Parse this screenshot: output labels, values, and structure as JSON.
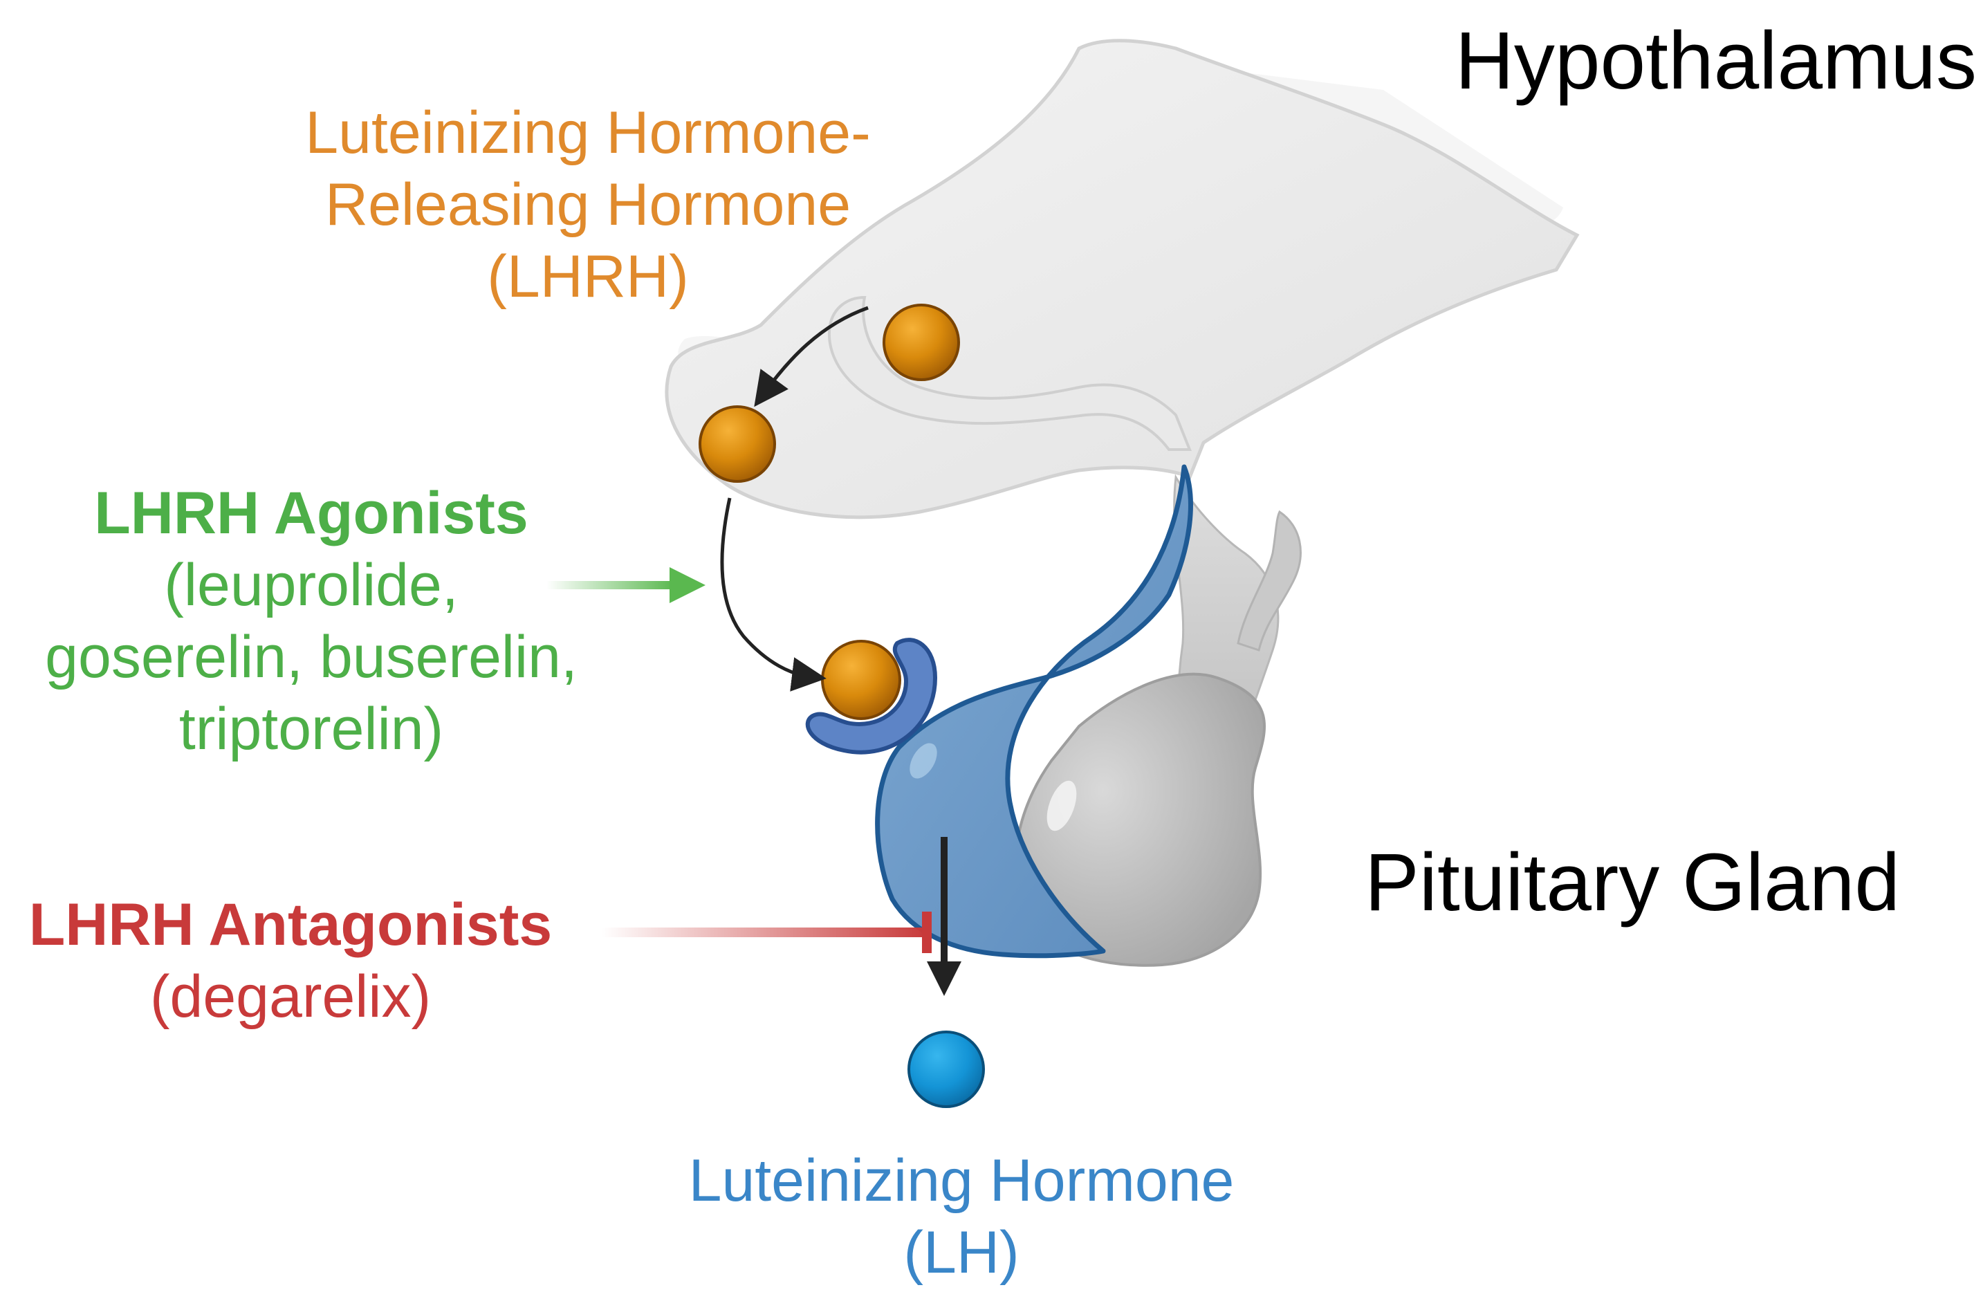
{
  "regions": {
    "hypothalamus": "Hypothalamus",
    "pituitary": "Pituitary Gland"
  },
  "lhrh": {
    "line1": "Luteinizing Hormone-",
    "line2": "Releasing Hormone",
    "line3": "(LHRH)"
  },
  "agonists": {
    "title": "LHRH Agonists",
    "line1": "(leuprolide,",
    "line2": "goserelin, buserelin,",
    "line3": "triptorelin)"
  },
  "antagonists": {
    "title": "LHRH Antagonists",
    "line1": "(degarelix)"
  },
  "lh": {
    "line1": "Luteinizing Hormone",
    "line2": "(LH)"
  },
  "colors": {
    "lhrh": "#e08a2c",
    "agonist": "#4daf48",
    "antagonist": "#c83a3a",
    "lh": "#3a86c8",
    "text": "#000000"
  }
}
